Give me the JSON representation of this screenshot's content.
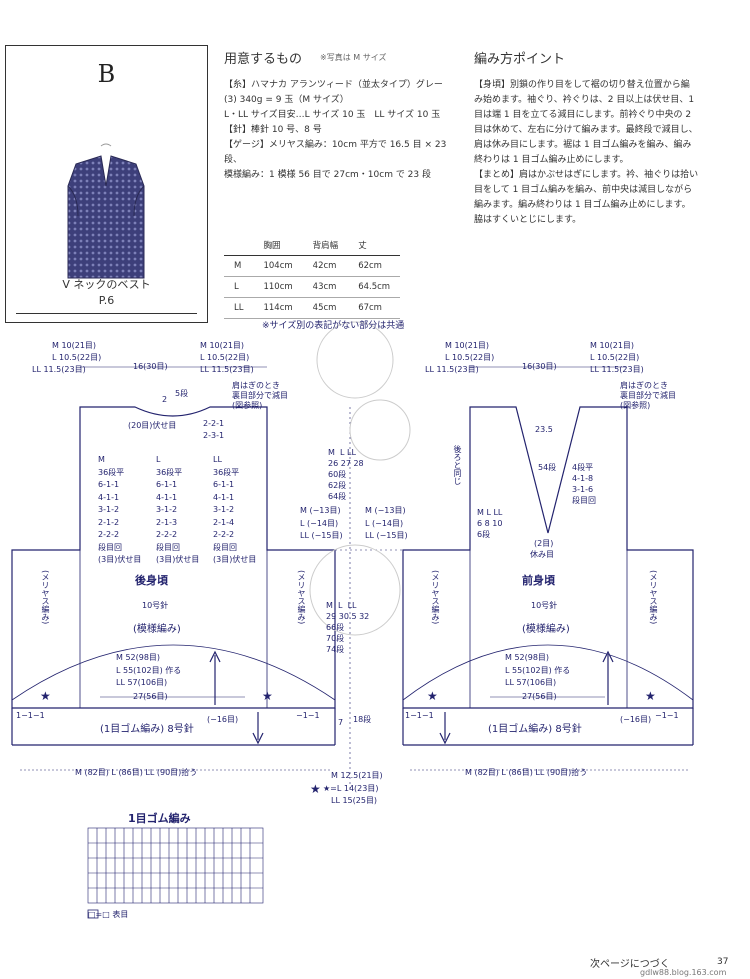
{
  "card": {
    "letter": "B",
    "title": "V ネックのベスト",
    "page": "P.6"
  },
  "materials": {
    "heading": "用意するもの",
    "note": "※写真は M サイズ",
    "lines": [
      "【糸】ハマナカ アランツィード（並太タイプ）グレー",
      "(3) 340g = 9 玉（M サイズ）",
      "L・LL サイズ目安…L サイズ 10 玉　LL サイズ 10 玉",
      "【針】棒針 10 号、8 号",
      "【ゲージ】メリヤス編み：10cm 平方で 16.5 目 × 23 段、",
      "模様編み：1 模様 56 目で 27cm・10cm で 23 段"
    ]
  },
  "size_table": {
    "headers": [
      "",
      "胸囲",
      "背肩幅",
      "丈"
    ],
    "rows": [
      [
        "M",
        "104cm",
        "42cm",
        "62cm"
      ],
      [
        "L",
        "110cm",
        "43cm",
        "64.5cm"
      ],
      [
        "LL",
        "114cm",
        "45cm",
        "67cm"
      ]
    ]
  },
  "points": {
    "heading": "編み方ポイント",
    "lines": [
      "【身頃】別鎖の作り目をして裾の切り替え位置から編",
      "み始めます。袖ぐり、衿ぐりは、2 目以上は伏せ目、1",
      "目は端 1 目を立てる減目にします。前衿ぐり中央の 2",
      "目は休めて、左右に分けて編みます。最終段で減目し、",
      "肩は休み目にします。裾は 1 目ゴム編みを編み、編み",
      "終わりは 1 目ゴム編み止めにします。",
      "【まとめ】肩はかぶせはぎにします。衿、袖ぐりは拾い",
      "目をして 1 目ゴム編みを編み、前中央は減目しながら",
      "編みます。編み終わりは 1 目ゴム編み止めにします。",
      "脇はすくいとじにします。"
    ]
  },
  "diagram": {
    "common_note": "※サイズ別の表記がない部分は共通",
    "back": {
      "title": "後身頃",
      "needle": "10号針",
      "pattern": "(模様編み)",
      "side_label": "(メリヤス編み)",
      "top_left": [
        "M 10(21目)",
        "L 10.5(22目)",
        "LL 11.5(23目)"
      ],
      "top_right": [
        "M 10(21目)",
        "L 10.5(22目)",
        "LL 11.5(23目)"
      ],
      "neck_width": "16(30目)",
      "shoulder_note": [
        "肩はぎのとき",
        "裏目部分で減目",
        "(図参照)"
      ],
      "neck_bind": "(20目)伏せ目",
      "neck_dec": [
        "2-2-1",
        "2-3-1"
      ],
      "neck_height": "2",
      "neck_rows": "5段",
      "dec_cols": [
        [
          "M",
          "36段平",
          "6-1-1",
          "4-1-1",
          "3-1-2",
          "2-1-2",
          "2-2-2",
          "段目回",
          "(3目)伏せ目"
        ],
        [
          "L",
          "36段平",
          "6-1-1",
          "4-1-1",
          "3-1-2",
          "2-1-3",
          "2-2-2",
          "段目回",
          "(3目)伏せ目"
        ],
        [
          "LL",
          "36段平",
          "6-1-1",
          "4-1-1",
          "3-1-2",
          "2-1-4",
          "2-2-2",
          "段目回",
          "(3目)伏せ目"
        ]
      ],
      "cast_on": [
        "M 52(98目)",
        "L 55(102目) 作る",
        "LL 57(106目)"
      ],
      "pattern_width": "27(56目)",
      "rib": "(1目ゴム編み) 8号針",
      "rib_dec": "(−16目)",
      "rib_mark_left": "1−1−1",
      "rib_mark_right": "−1−1",
      "pickup": [
        "M",
        "(82目)",
        "L",
        "(86目)",
        "LL",
        "(90目)拾う"
      ]
    },
    "front": {
      "title": "前身頃",
      "needle": "10号針",
      "pattern": "(模様編み)",
      "side_label": "(メリヤス編み)",
      "back_same": "後ろと同じ",
      "v_dec": [
        "4段平",
        "4-1-8",
        "3-1-6",
        "段目回"
      ],
      "v_depth": "23.5",
      "v_rows": "54段",
      "center_hold": [
        "(2目)",
        "休み目"
      ],
      "sizes_small": [
        "M",
        "L",
        "LL"
      ],
      "sizes_rows": [
        "6段",
        "8段",
        "10段"
      ],
      "sizes_nums": [
        "6",
        "8",
        "10"
      ]
    },
    "center": {
      "armhole_sizes": [
        "M",
        "L",
        "LL"
      ],
      "armhole_vals": [
        "26",
        "27",
        "28"
      ],
      "armhole_rows": [
        "60段",
        "62段",
        "64段"
      ],
      "armhole_dec": [
        "M (−13目)",
        "L (−14目)",
        "LL (−15目)"
      ],
      "body_sizes": [
        "M",
        "L",
        "LL"
      ],
      "body_vals": [
        "29",
        "30.5",
        "32"
      ],
      "body_rows": [
        "66段",
        "70段",
        "74段"
      ],
      "rib_height": "7",
      "rib_rows": "18段",
      "star_sizes": [
        "M 12.5(21目)",
        "★=L 14(23目)",
        "LL 15(25目)"
      ]
    },
    "chart": {
      "title": "1目ゴム編み",
      "legend": "□=□ 表目"
    }
  },
  "footer": {
    "continue": "次ページにつづく",
    "page_number": "37",
    "watermark": "gdlw88.blog.163.com"
  }
}
